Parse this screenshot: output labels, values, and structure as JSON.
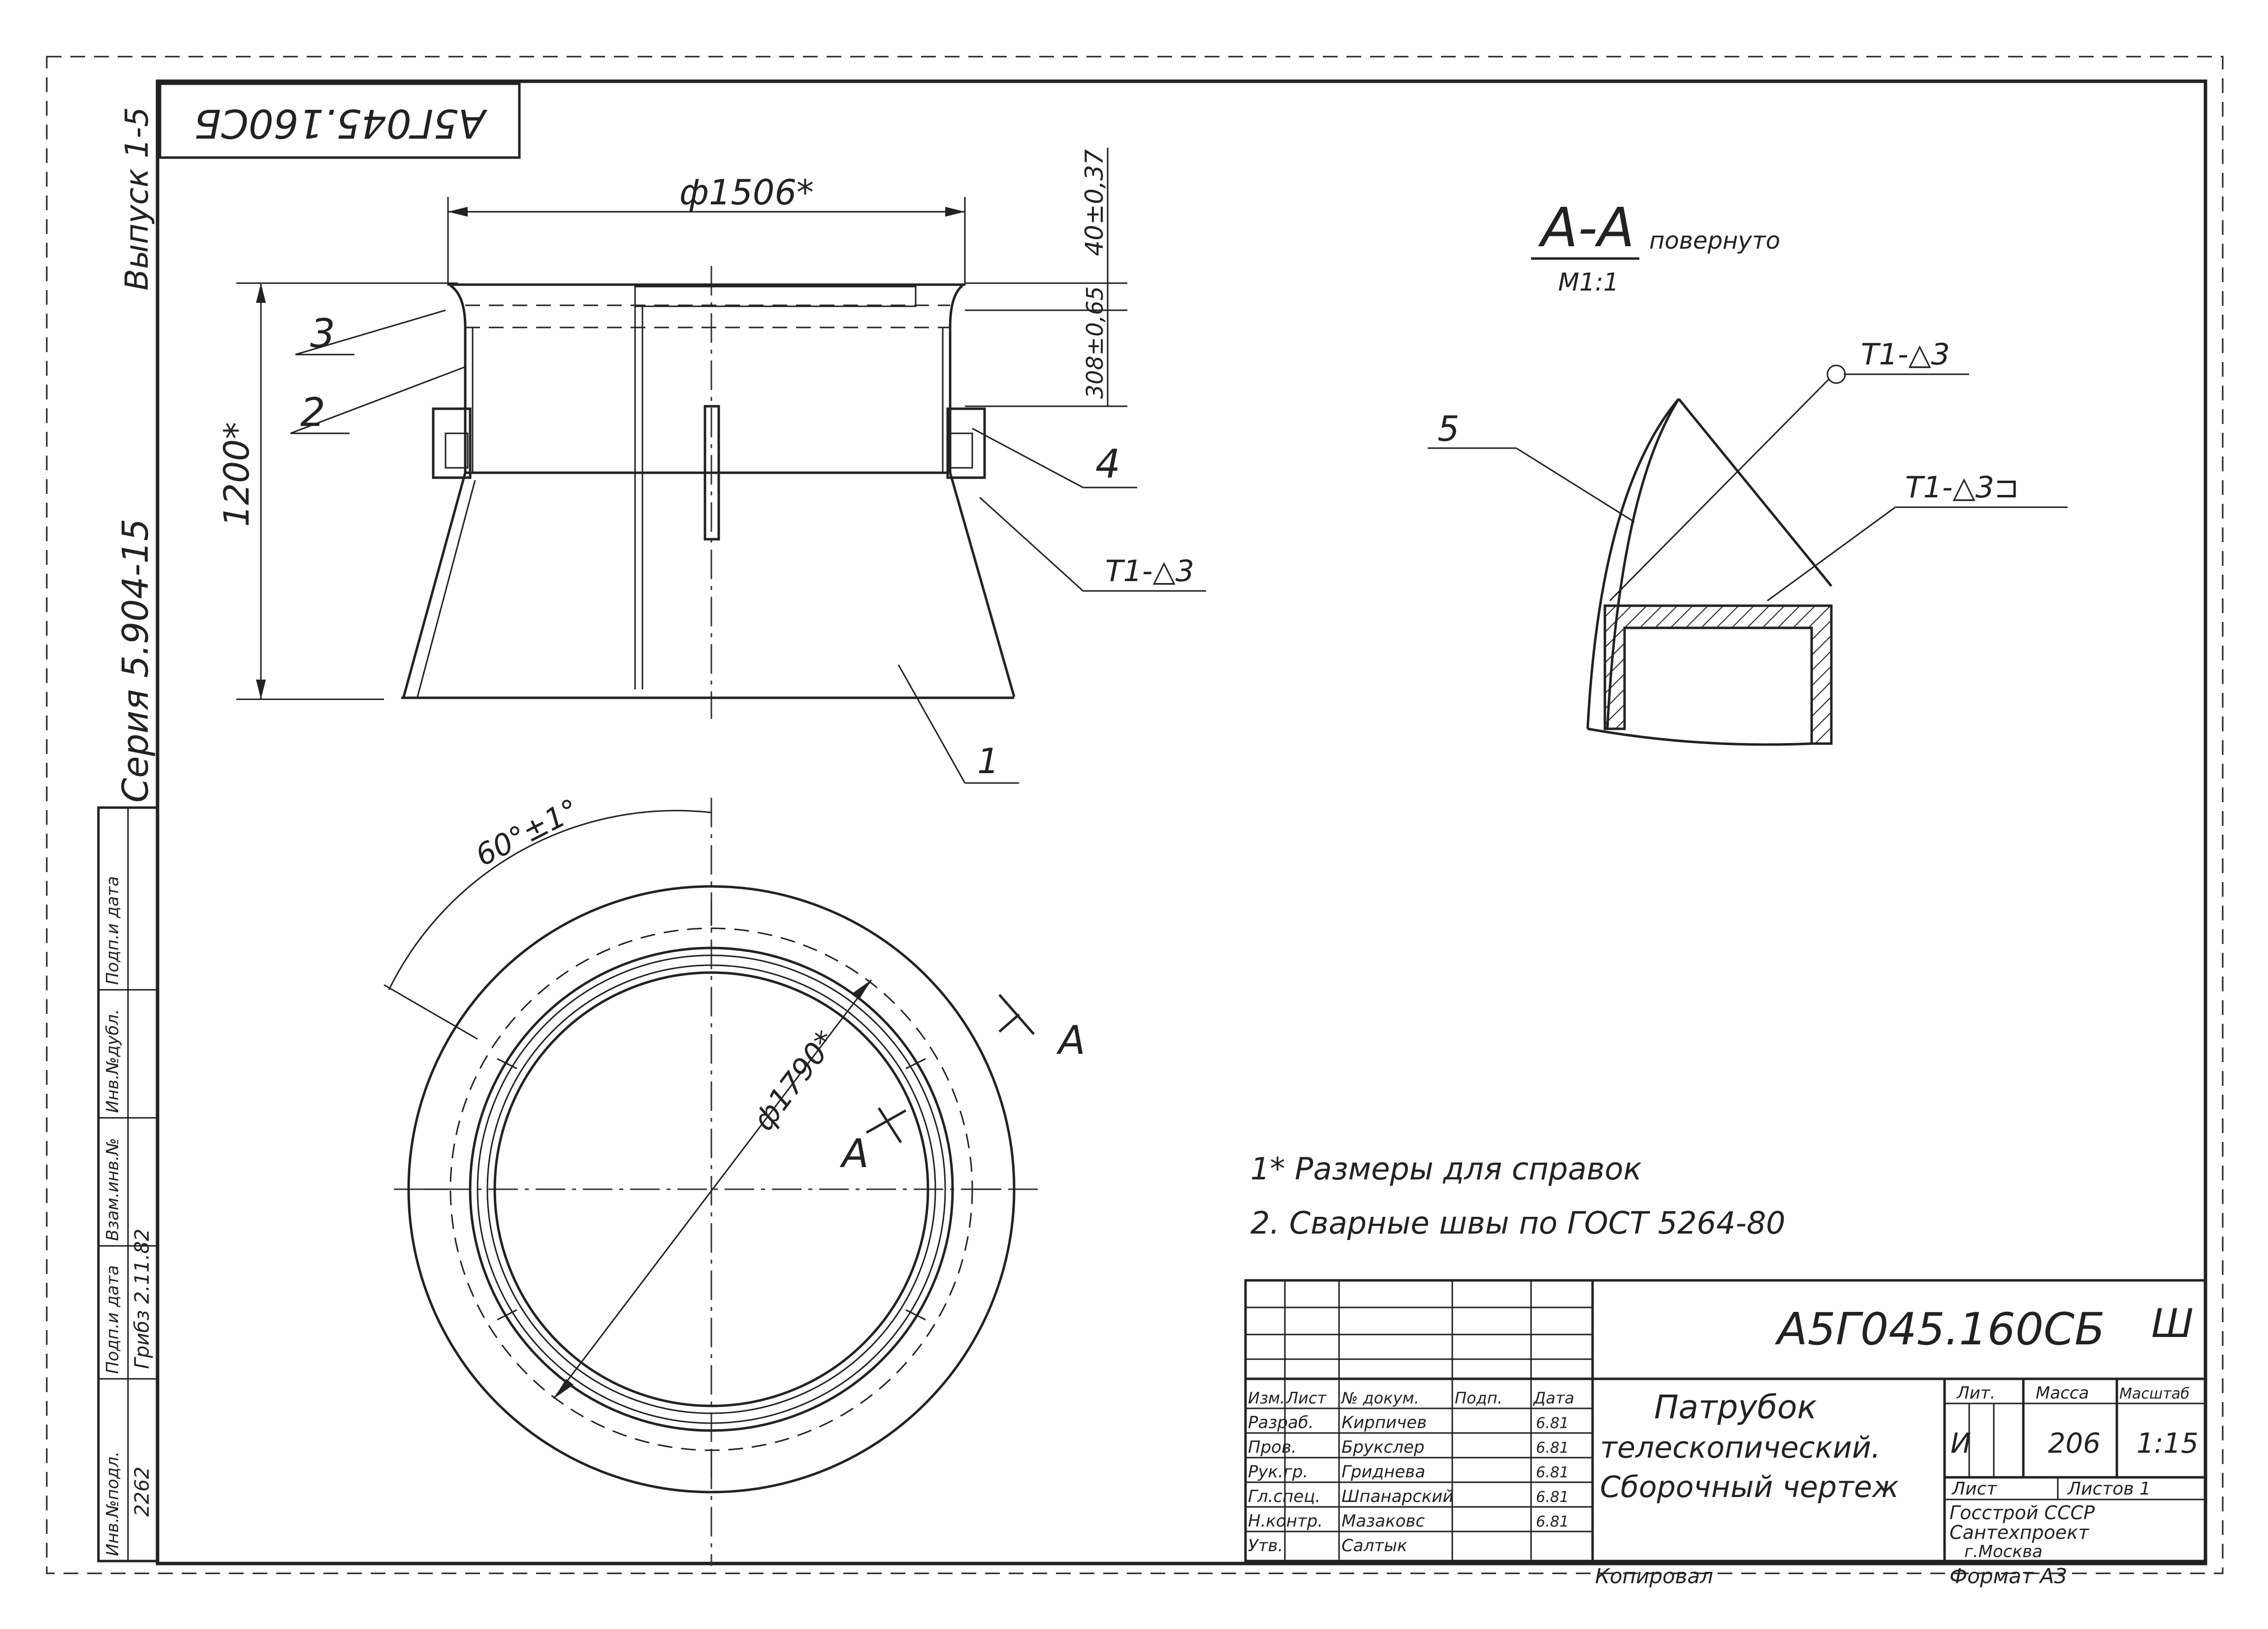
{
  "stamp_top": "А5Г045.160СБ",
  "left_margin": {
    "issue": "Выпуск 1-5",
    "series": "Серия 5.904-15"
  },
  "left_strip": {
    "headers": [
      "Инв.№подл.",
      "Подп.и дата",
      "Взам.инв.№",
      "Инв.№дубл.",
      "Подп.и дата"
    ],
    "values": [
      "2262",
      "Грибз 2.11.82",
      "",
      "",
      ""
    ]
  },
  "main_view": {
    "diameter_top": "ф1506*",
    "height": "1200*",
    "dim_right_top": "40±0,37",
    "dim_right_second": "308±0,65",
    "callouts": [
      "3",
      "2",
      "4",
      "Т1-△3",
      "1"
    ]
  },
  "plan_view": {
    "angle": "60°±1°",
    "diameter": "ф1790*",
    "cut_a1": "А",
    "cut_a2": "А"
  },
  "section": {
    "title": "А-А",
    "rotated": "повернуто",
    "scale": "М1:1",
    "callout_5": "5",
    "weld_1": "Т1-△3",
    "weld_2": "Т1-△3⊐"
  },
  "notes": [
    "1* Размеры для справок",
    "2. Сварные швы по ГОСТ 5264-80"
  ],
  "title_block": {
    "designation": "А5Г045.160СБ",
    "name_line1": "Патрубок",
    "name_line2": "телескопический.",
    "name_line3": "Сборочный чертеж",
    "header_cols": [
      "Изм.",
      "Лист",
      "№ докум.",
      "Подп.",
      "Дата"
    ],
    "roles": [
      "Разраб.",
      "Пров.",
      "Рук.гр.",
      "Гл.спец.",
      "Н.контр.",
      "Утв."
    ],
    "names": [
      "Кирпичев",
      "Брукслер",
      "Гриднева",
      "Шпанарский",
      "Мазаковс",
      "Салтык"
    ],
    "dates": [
      "6.81",
      "6.81",
      "6.81",
      "6.81",
      "6.81",
      ""
    ],
    "lit_label": "Лит.",
    "mass_label": "Масса",
    "scale_label": "Масштаб",
    "lit_value": "И",
    "mass_value": "206",
    "scale_value": "1:15",
    "sheet_label": "Лист",
    "sheets_label": "Листов 1",
    "org_line1": "Госстрой СССР",
    "org_line2": "Сантехпроект",
    "org_line3": "г.Москва",
    "copied": "Копировал",
    "format": "Формат А3",
    "mark_corner": "Ш"
  }
}
